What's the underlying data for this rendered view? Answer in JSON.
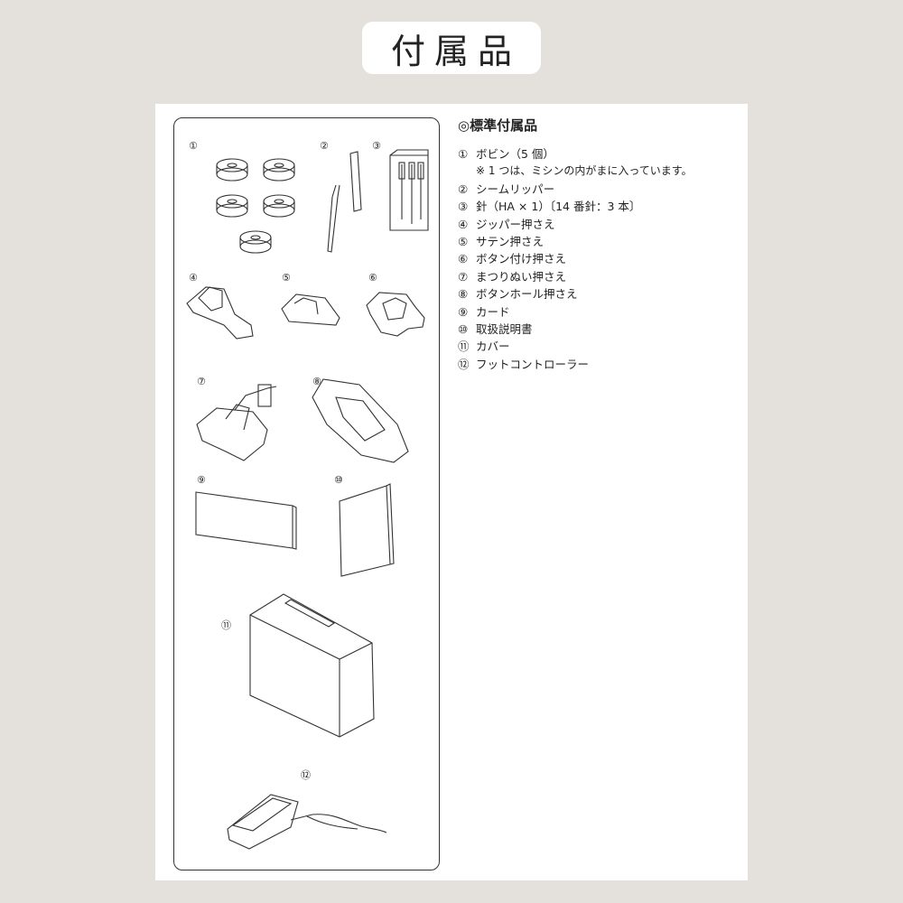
{
  "page_title": "付属品",
  "accessories": {
    "heading": "◎標準付属品",
    "items": [
      {
        "num": "①",
        "label": "ボビン（5 個）"
      },
      {
        "num": "",
        "label": "※ 1 つは、ミシンの内がまに入っています。"
      },
      {
        "num": "②",
        "label": "シームリッパー"
      },
      {
        "num": "③",
        "label": "針（HA × 1）〔14 番針：3 本〕"
      },
      {
        "num": "④",
        "label": "ジッパー押さえ"
      },
      {
        "num": "⑤",
        "label": "サテン押さえ"
      },
      {
        "num": "⑥",
        "label": "ボタン付け押さえ"
      },
      {
        "num": "⑦",
        "label": "まつりぬい押さえ"
      },
      {
        "num": "⑧",
        "label": "ボタンホール押さえ"
      },
      {
        "num": "⑨",
        "label": "カード"
      },
      {
        "num": "⑩",
        "label": "取扱説明書"
      },
      {
        "num": "⑪",
        "label": "カバー"
      },
      {
        "num": "⑫",
        "label": "フットコントローラー"
      }
    ]
  },
  "figure_labels": [
    "①",
    "②",
    "③",
    "④",
    "⑤",
    "⑥",
    "⑦",
    "⑧",
    "⑨",
    "⑩",
    "⑪",
    "⑫"
  ],
  "colors": {
    "background": "#e4e0db",
    "sheet": "#ffffff",
    "ink": "#222222"
  }
}
